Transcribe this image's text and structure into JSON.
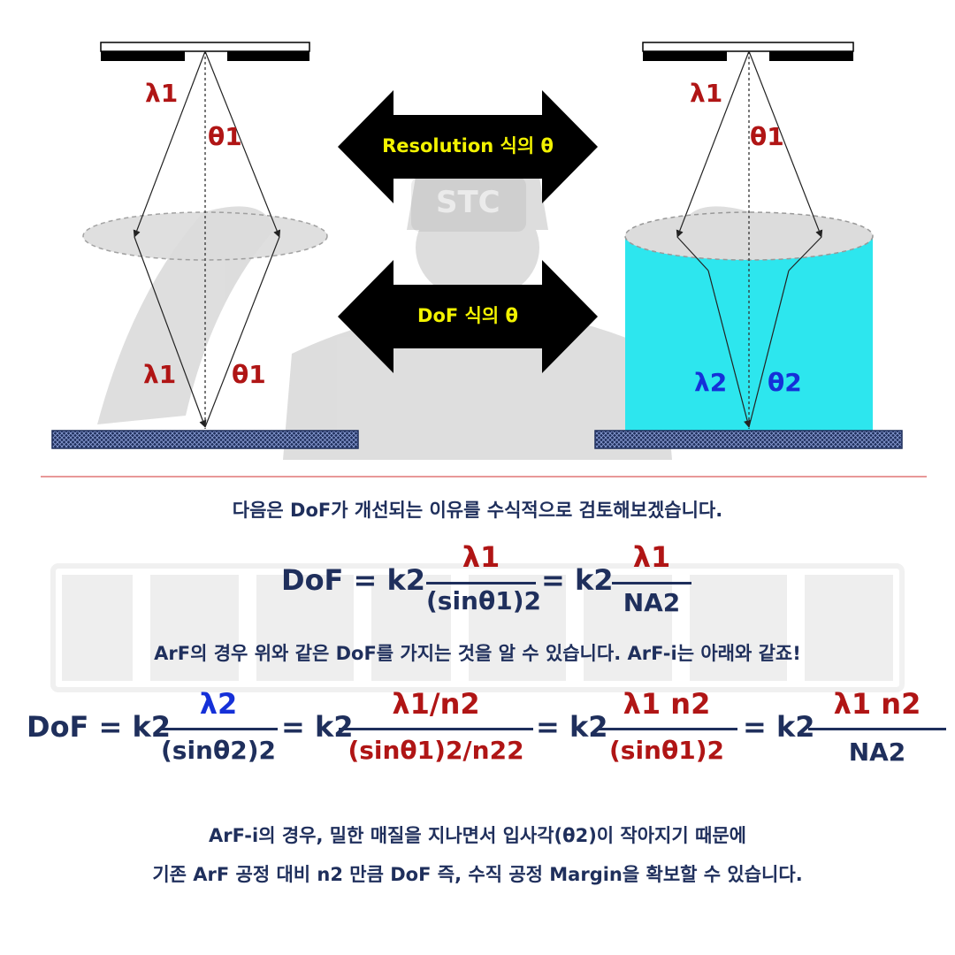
{
  "diagram": {
    "left": {
      "label_lambda_top": "λ1",
      "label_theta_top": "θ1",
      "label_lambda_bottom": "λ1",
      "label_theta_bottom": "θ1"
    },
    "right": {
      "label_lambda_top": "λ1",
      "label_theta_top": "θ1",
      "label_lambda_bottom": "λ2",
      "label_theta_bottom": "θ2"
    },
    "arrows": {
      "top_label": "Resolution 식의 θ",
      "bottom_label": "DoF 식의 θ"
    },
    "logo_text": "STC",
    "colors": {
      "navy": "#1f2f5c",
      "red": "#b01515",
      "blue": "#1530d8",
      "yellow": "#f2f200",
      "liquid": "#2de6ee",
      "lens": "#dcdcdc",
      "wafer": "#1f2f5c"
    }
  },
  "text": {
    "intro": "다음은 DoF가 개선되는 이유를 수식적으로 검토해보겠습니다.",
    "arf_note": "ArF의 경우 위와 같은 DoF를 가지는 것을 알 수 있습니다. ArF-i는 아래와 같죠!",
    "conclusion_line1": "ArF-i의 경우, 밀한 매질을 지나면서 입사각(θ2)이 작아지기 때문에",
    "conclusion_line2": "기존 ArF 공정 대비 n2 만큼 DoF 즉, 수직 공정 Margin을 확보할 수 있습니다."
  },
  "formula1": {
    "lhs": "DoF = k2",
    "num1": "λ1",
    "den1": "(sinθ1)2",
    "mid": "= k2",
    "num2": "λ1",
    "den2": "NA2"
  },
  "formula2": {
    "lhs": "DoF = k2",
    "num1": "λ2",
    "den1": "(sinθ2)2",
    "eq2": "= k2",
    "num2": "λ1/n2",
    "den2": "(sinθ1)2/n22",
    "eq3": "= k2",
    "num3": "λ1 n2",
    "den3": "(sinθ1)2",
    "eq4": "= k2",
    "num4": "λ1 n2",
    "den4": "NA2"
  }
}
